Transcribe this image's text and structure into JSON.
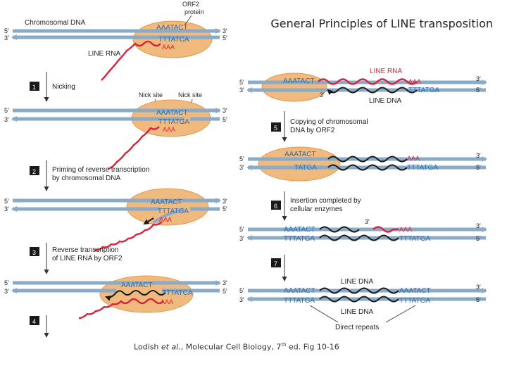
{
  "slide": {
    "title": "General Principles of LINE transposition",
    "citation": {
      "author": "Lodish",
      "etal": "et al.",
      "rest": ", Molecular Cell Biology, 7",
      "sup": "th",
      "tail": " ed. Fig 10-16"
    }
  },
  "labels": {
    "chromosomal_dna": "Chromosomal DNA",
    "orf2_line1": "ORF2",
    "orf2_line2": "protein",
    "line_rna": "LINE RNA",
    "line_dna": "LINE DNA",
    "nick_site": "Nick site",
    "direct_repeats": "Direct repeats",
    "end_5": "5′",
    "end_3": "3′"
  },
  "sequences": {
    "top": "AAATACT",
    "bottom": "TTTATGA",
    "bottom_cut": "TTTATCA",
    "polya": "AAA",
    "tatga": "TATGA"
  },
  "steps": [
    {
      "num": "1",
      "l1": "Nicking",
      "l2": ""
    },
    {
      "num": "2",
      "l1": "Priming of reverse transcription",
      "l2": "by chromosomal DNA"
    },
    {
      "num": "3",
      "l1": "Reverse transcription",
      "l2": "of LINE RNA by ORF2"
    },
    {
      "num": "4",
      "l1": "",
      "l2": ""
    },
    {
      "num": "5",
      "l1": "Copying of chromosomal",
      "l2": "DNA by ORF2"
    },
    {
      "num": "6",
      "l1": "Insertion completed by",
      "l2": "cellular enzymes"
    },
    {
      "num": "7",
      "l1": "",
      "l2": ""
    }
  ],
  "colors": {
    "dna": "#8aaac6",
    "protein": "#f0b97d",
    "rna": "#d8253d",
    "newdna": "#1a1a1a",
    "seq_blue": "#2a6fb3",
    "badge": "#1a1a1a"
  }
}
